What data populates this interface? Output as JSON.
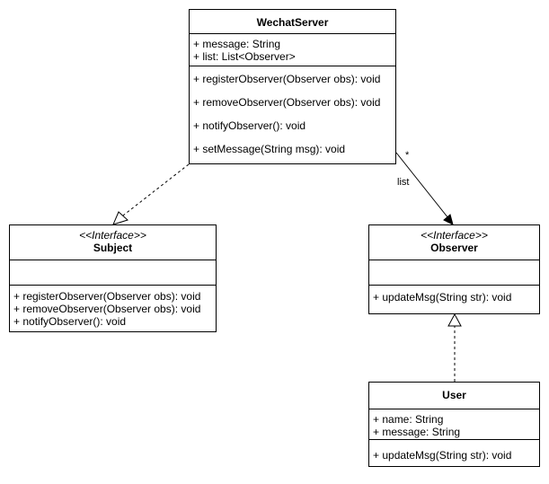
{
  "classes": {
    "wechat": {
      "name": "WechatServer",
      "attributes": [
        "+ message: String",
        "+ list: List<Observer>"
      ],
      "operations": [
        "+ registerObserver(Observer obs): void",
        "+ removeObserver(Observer obs): void",
        "+ notifyObserver(): void",
        "+ setMessage(String msg): void"
      ]
    },
    "subject": {
      "stereotype": "<<Interface>>",
      "name": "Subject",
      "operations": [
        "+ registerObserver(Observer obs): void",
        "+ removeObserver(Observer obs): void",
        "+ notifyObserver(): void"
      ]
    },
    "observer": {
      "stereotype": "<<Interface>>",
      "name": "Observer",
      "operations": [
        "+ updateMsg(String str): void"
      ]
    },
    "user": {
      "name": "User",
      "attributes": [
        "+ name: String",
        "+ message: String"
      ],
      "operations": [
        "+ updateMsg(String str): void"
      ]
    }
  },
  "relations": {
    "association": {
      "multiplicity": "*",
      "role": "list"
    }
  }
}
